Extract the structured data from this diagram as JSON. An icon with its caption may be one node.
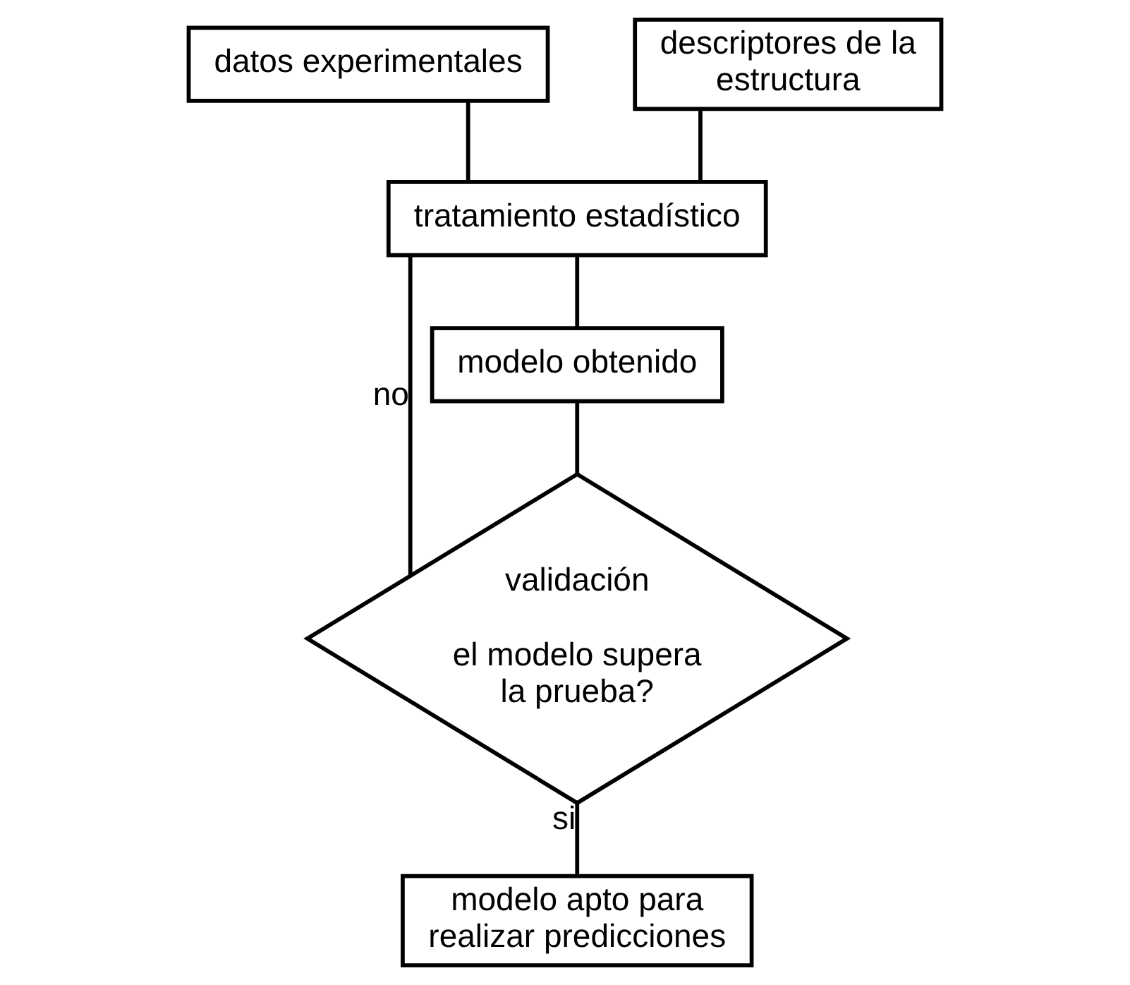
{
  "diagram": {
    "nodes": [
      {
        "text": [
          "datos experimentales"
        ]
      },
      {
        "text": [
          "descriptores de la estructura"
        ]
      },
      {
        "text": [
          "tratamiento estadístico"
        ]
      },
      {
        "text": [
          "modelo obtenido"
        ]
      },
      {
        "text": [
          "validación",
          "el modelo supera la prueba?"
        ]
      },
      {
        "text": [
          "modelo apto para realizar predicciones"
        ]
      }
    ],
    "edges": [
      {
        "from": 0,
        "to": 2,
        "arrow": "none"
      },
      {
        "from": 1,
        "to": 2,
        "arrow": "none"
      },
      {
        "from": 2,
        "to": 3,
        "arrow": "none"
      },
      {
        "from": 3,
        "to": 4,
        "arrow": "none"
      },
      {
        "from": 4,
        "to": 2,
        "arrow": "none",
        "label": "no"
      },
      {
        "from": 4,
        "to": 5,
        "arrow": "none",
        "label": "si"
      }
    ]
  }
}
